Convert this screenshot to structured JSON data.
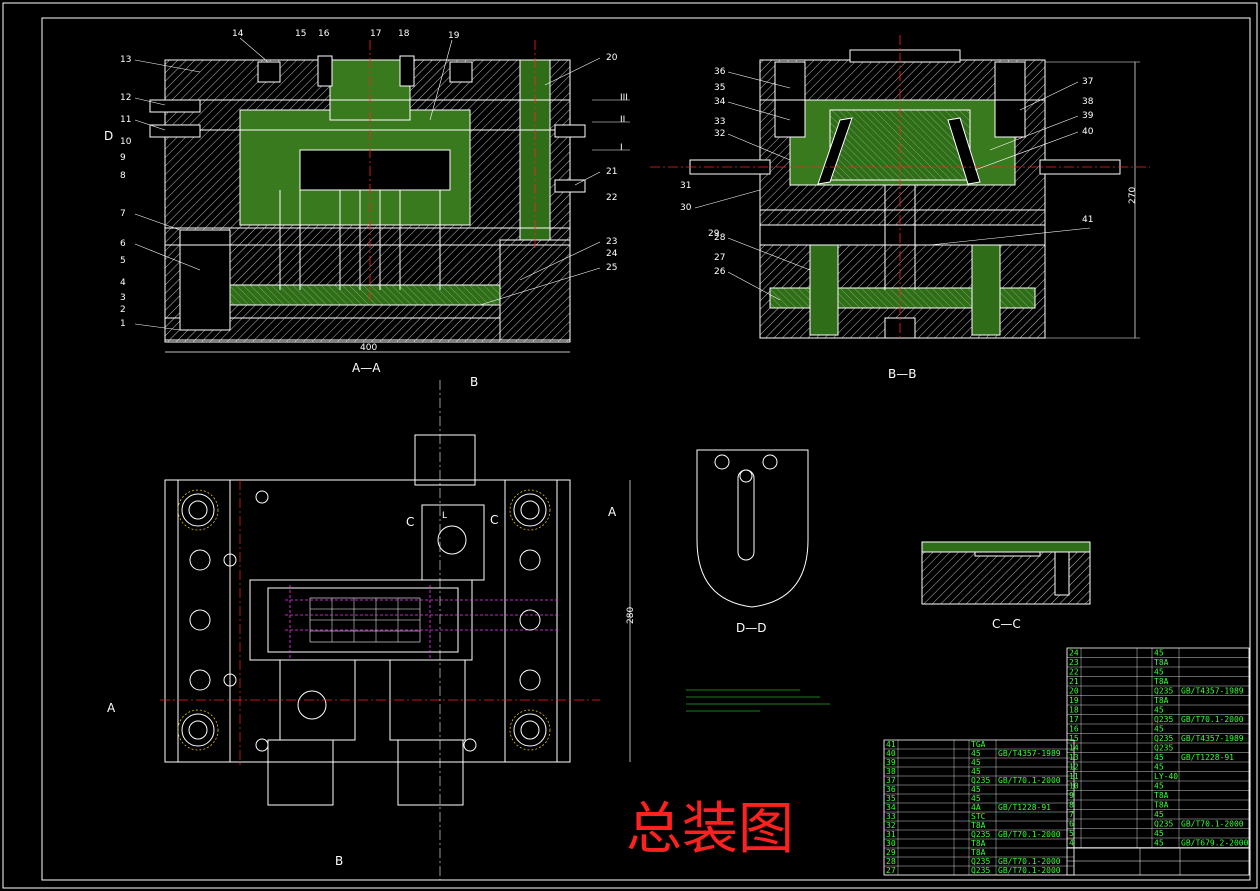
{
  "title": "总装图",
  "sections": {
    "aa": "A—A",
    "bb": "B—B",
    "dd": "D—D",
    "cc": "C—C"
  },
  "view_marks": {
    "a": "A",
    "b": "B",
    "c": "C",
    "d": "D",
    "l": "L",
    "roman_1": "I",
    "roman_2": "II",
    "roman_3": "III"
  },
  "dimensions": {
    "width_aa": "400",
    "height_bb": "270",
    "height_plan": "280"
  },
  "part_numbers_left": [
    "13",
    "12",
    "11",
    "10",
    "9",
    "8",
    "7",
    "6",
    "5",
    "4",
    "3",
    "2",
    "1"
  ],
  "part_numbers_top": [
    "14",
    "15",
    "16",
    "17",
    "18",
    "19"
  ],
  "part_numbers_right_aa": [
    "20",
    "21",
    "22",
    "23",
    "24",
    "25"
  ],
  "part_numbers_left_bb": [
    "36",
    "35",
    "34",
    "33",
    "32",
    "31",
    "30",
    "29",
    "28",
    "27",
    "26"
  ],
  "part_numbers_right_bb": [
    "37",
    "38",
    "39",
    "40",
    "41"
  ],
  "bom_left": [
    [
      "41",
      "",
      "TGA",
      ""
    ],
    [
      "40",
      "",
      "45",
      "GB/T4357-1989"
    ],
    [
      "39",
      "",
      "45",
      ""
    ],
    [
      "38",
      "",
      "45",
      ""
    ],
    [
      "37",
      "",
      "Q235",
      "GB/T70.1-2000"
    ],
    [
      "36",
      "",
      "45",
      ""
    ],
    [
      "35",
      "",
      "45",
      ""
    ],
    [
      "34",
      "",
      "4A",
      "GB/T1228-91"
    ],
    [
      "33",
      "",
      "STC",
      ""
    ],
    [
      "32",
      "",
      "T8A",
      ""
    ],
    [
      "31",
      "",
      "Q235",
      "GB/T70.1-2000"
    ],
    [
      "30",
      "",
      "T8A",
      ""
    ],
    [
      "29",
      "",
      "T8A",
      ""
    ],
    [
      "28",
      "",
      "Q235",
      "GB/T70.1-2000"
    ],
    [
      "27",
      "",
      "Q235",
      "GB/T70.1-2000"
    ]
  ],
  "bom_right": [
    [
      "24",
      "",
      "45",
      ""
    ],
    [
      "23",
      "",
      "T8A",
      ""
    ],
    [
      "22",
      "",
      "45",
      ""
    ],
    [
      "21",
      "",
      "T8A",
      ""
    ],
    [
      "20",
      "",
      "Q235",
      "GB/T4357-1989"
    ],
    [
      "19",
      "",
      "T8A",
      ""
    ],
    [
      "18",
      "",
      "45",
      ""
    ],
    [
      "17",
      "",
      "Q235",
      "GB/T70.1-2000"
    ],
    [
      "16",
      "",
      "45",
      ""
    ],
    [
      "15",
      "",
      "Q235",
      "GB/T4357-1989"
    ],
    [
      "14",
      "",
      "Q235",
      ""
    ],
    [
      "13",
      "",
      "45",
      "GB/T1228-91"
    ],
    [
      "12",
      "",
      "45",
      ""
    ],
    [
      "11",
      "",
      "LY-40",
      ""
    ],
    [
      "10",
      "",
      "45",
      ""
    ],
    [
      "9",
      "",
      "T8A",
      ""
    ],
    [
      "8",
      "",
      "T8A",
      ""
    ],
    [
      "7",
      "",
      "45",
      ""
    ],
    [
      "6",
      "",
      "Q235",
      "GB/T70.1-2000"
    ],
    [
      "5",
      "",
      "45",
      ""
    ],
    [
      "4",
      "",
      "45",
      "GB/T679.2-2000"
    ]
  ],
  "colors": {
    "background": "#000000",
    "outline": "#ffffff",
    "part_fill": "#3a7a1e",
    "hatch": "#dddddd",
    "centerline": "#ff2020",
    "label": "#33ff33",
    "magenta": "#ff33ff",
    "title": "#ff2020"
  }
}
